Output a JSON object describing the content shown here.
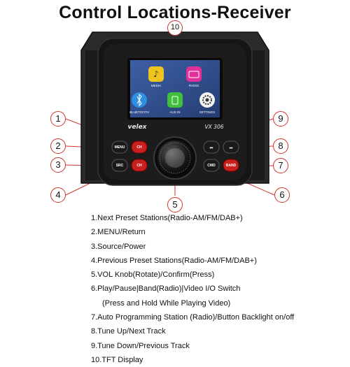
{
  "title": "Control Locations-Receiver",
  "device": {
    "brand": "velex",
    "model": "VX 306",
    "screen_tiles": [
      "MEDIA",
      "RADIO",
      "BLUETOOTH",
      "AUX IN",
      "SETTINGS"
    ],
    "buttons": {
      "menu": "MENU",
      "ch_up": "CH",
      "src": "SRC",
      "ch_down": "CH",
      "prev": "⏮",
      "next": "⏭",
      "cmd": "CMD",
      "band": "BAND"
    }
  },
  "callouts": [
    "1",
    "2",
    "3",
    "4",
    "5",
    "6",
    "7",
    "8",
    "9",
    "10"
  ],
  "legend": [
    "1.Next Preset Stations(Radio-AM/FM/DAB+)",
    "2.MENU/Return",
    "3.Source/Power",
    "4.Previous  Preset Stations(Radio-AM/FM/DAB+)",
    "5.VOL Knob(Rotate)/Confirm(Press)",
    "6.Play/Pause|Band(Radio)|Video I/O Switch",
    "(Press and Hold While Playing Video)",
    "7.Auto Programming Station (Radio)/Button Backlight on/off",
    "8.Tune Up/Next Track",
    "9.Tune Down/Previous Track",
    "10.TFT Display"
  ],
  "colors": {
    "callout_border": "#d0342c",
    "button_red": "#c8201e",
    "bezel": "#1a1a1a"
  }
}
